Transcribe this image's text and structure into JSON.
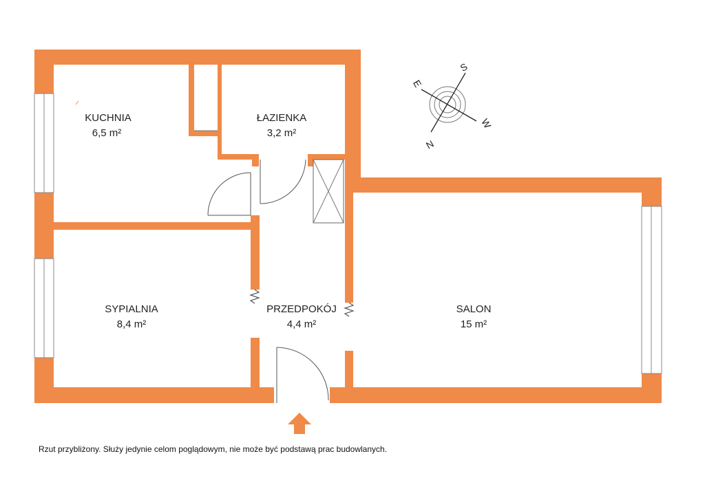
{
  "colors": {
    "wall": "#F08A48",
    "line": "#555555",
    "window": "#888888",
    "arrow": "#F08A48"
  },
  "rooms": {
    "kuchnia": {
      "name": "KUCHNIA",
      "area": "6,5 m²"
    },
    "lazienka": {
      "name": "ŁAZIENKA",
      "area": "3,2 m²"
    },
    "sypialnia": {
      "name": "SYPIALNIA",
      "area": "8,4 m²"
    },
    "przedpokoj": {
      "name": "PRZEDPOKÓJ",
      "area": "4,4 m²"
    },
    "salon": {
      "name": "SALON",
      "area": "15 m²"
    }
  },
  "compass": {
    "north": "N",
    "south": "S",
    "east": "E",
    "west": "W",
    "icon": "compass-rose-icon"
  },
  "entrance": {
    "icon": "entrance-arrow-icon"
  },
  "disclaimer": "Rzut przybliżony. Służy jedynie celom poglądowym, nie może być podstawą prac budowlanych."
}
